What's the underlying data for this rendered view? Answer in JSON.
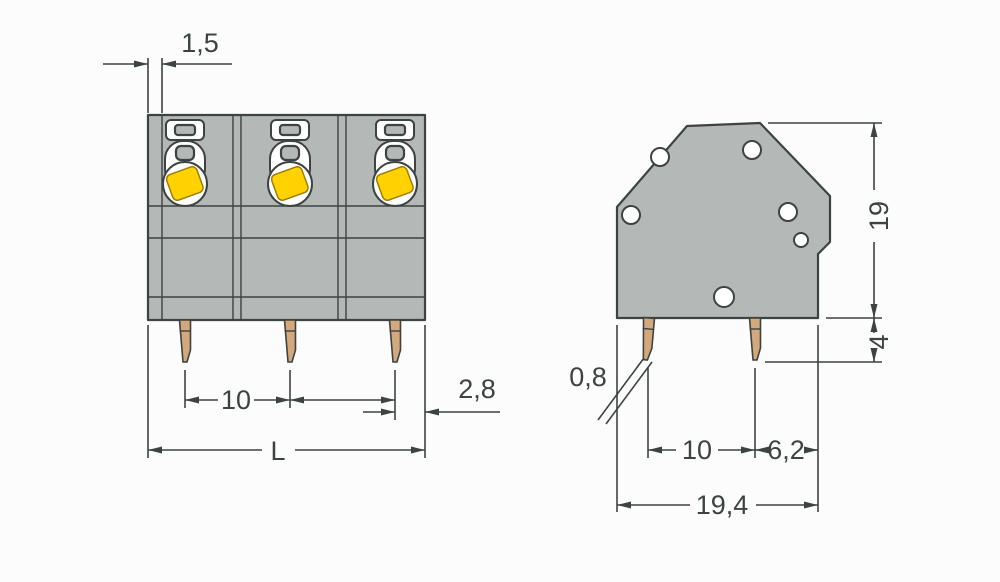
{
  "colors": {
    "background": "#fcfcfc",
    "line_dark": "#3d4242",
    "body_gray": "#b4b8b7",
    "lever_yellow": "#ffd200",
    "lever_edge": "#a07c00",
    "pin_copper": "#d2a87c"
  },
  "dims": {
    "front": {
      "wall": "1,5",
      "pitch": "10",
      "pin_edge": "2,8",
      "length": "L"
    },
    "side": {
      "height": "19",
      "pin_length": "4",
      "pin_width": "0,8",
      "pitch": "10",
      "edge": "6,2",
      "depth": "19,4"
    }
  }
}
